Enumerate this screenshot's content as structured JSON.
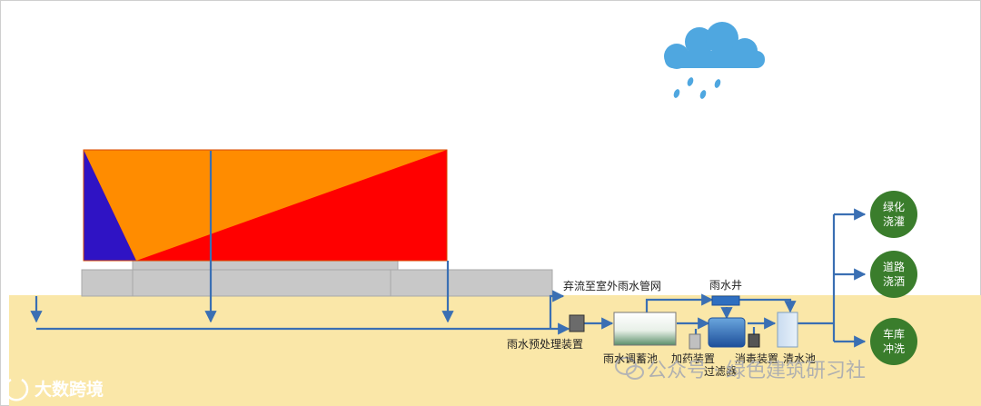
{
  "labels": {
    "diversion": "弃流至室外雨水管网",
    "rain_well": "雨水井",
    "pretreatment": "雨水预处理装置",
    "storage_tank": "雨水调蓄池",
    "dosing": "加药装置",
    "filter": "过滤器",
    "disinfection": "消毒装置",
    "clear_water_tank": "清水池"
  },
  "outputs": [
    {
      "line1": "绿化",
      "line2": "浇灌"
    },
    {
      "line1": "道路",
      "line2": "浇洒"
    },
    {
      "line1": "车库",
      "line2": "冲洗"
    }
  ],
  "watermarks": {
    "right": "公众号 · 绿色建筑研习社",
    "left": "大数跨境"
  },
  "colors": {
    "ground": "#fae7a8",
    "pipe": "#3a6fb3",
    "circle": "#3a7d2c",
    "roof_orange": "#ff8c00",
    "roof_red": "#ff0000",
    "roof_purple": "#2f13c4",
    "slab": "#c8c8c8",
    "cloud": "#4fa7e0"
  }
}
